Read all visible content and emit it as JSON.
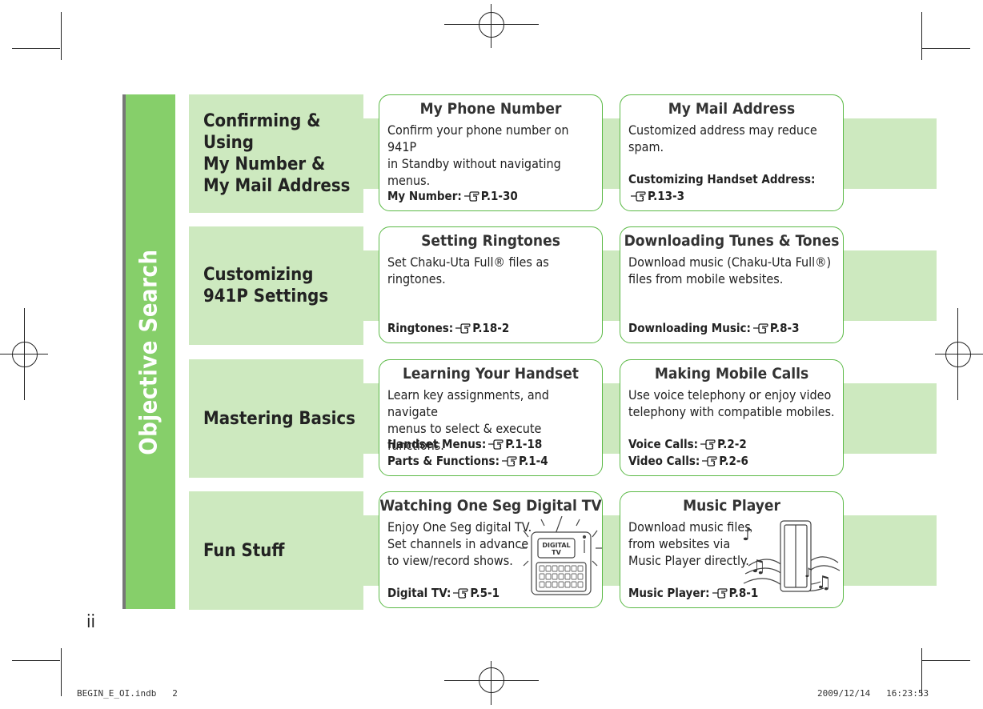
{
  "side_title": "Objective Search",
  "page_number": "ii",
  "footer": {
    "file": "BEGIN_E_OI.indb   2",
    "timestamp": "2009/12/14   16:23:53"
  },
  "rows": [
    {
      "label": "Confirming & Using\nMy Number &\nMy Mail Address",
      "cards": [
        {
          "title": "My Phone Number",
          "desc": "Confirm your phone number on 941P\nin Standby without navigating menus.",
          "refs": [
            {
              "label": "My Number:",
              "page": "P.1-30"
            }
          ]
        },
        {
          "title": "My Mail Address",
          "desc": "Customized address may reduce spam.",
          "refs": [
            {
              "label": "Customizing Handset Address:",
              "page": "P.13-3"
            }
          ]
        }
      ]
    },
    {
      "label": "Customizing\n941P Settings",
      "cards": [
        {
          "title": "Setting Ringtones",
          "desc": "Set Chaku-Uta Full® files as ringtones.",
          "refs": [
            {
              "label": "Ringtones:",
              "page": "P.18-2"
            }
          ]
        },
        {
          "title": "Downloading Tunes & Tones",
          "desc": "Download music (Chaku-Uta Full®)\nfiles from mobile websites.",
          "refs": [
            {
              "label": "Downloading Music:",
              "page": "P.8-3"
            }
          ]
        }
      ]
    },
    {
      "label": "Mastering Basics",
      "cards": [
        {
          "title": "Learning Your Handset",
          "desc": "Learn key assignments, and navigate\nmenus to select & execute functions.",
          "refs": [
            {
              "label": "Handset Menus:",
              "page": "P.1-18"
            },
            {
              "label": "Parts & Functions:",
              "page": "P.1-4"
            }
          ]
        },
        {
          "title": "Making Mobile Calls",
          "desc": "Use voice telephony or enjoy video\ntelephony with compatible mobiles.",
          "refs": [
            {
              "label": "Voice Calls:",
              "page": "P.2-2"
            },
            {
              "label": "Video Calls:",
              "page": "P.2-6"
            }
          ]
        }
      ]
    },
    {
      "label": "Fun Stuff",
      "cards": [
        {
          "title": "Watching One Seg Digital TV",
          "desc": "Enjoy One Seg digital TV.\nSet channels in advance\nto view/record shows.",
          "refs": [
            {
              "label": "Digital TV:",
              "page": "P.5-1"
            }
          ],
          "illustration_text": "DIGITAL\nTV"
        },
        {
          "title": "Music Player",
          "desc": "Download music files\nfrom websites via\nMusic Player directly.",
          "refs": [
            {
              "label": "Music Player:",
              "page": "P.8-1"
            }
          ]
        }
      ]
    }
  ],
  "colors": {
    "tab_green": "#86cf6a",
    "light_green": "#cde9bf",
    "card_border": "#5cba47"
  }
}
